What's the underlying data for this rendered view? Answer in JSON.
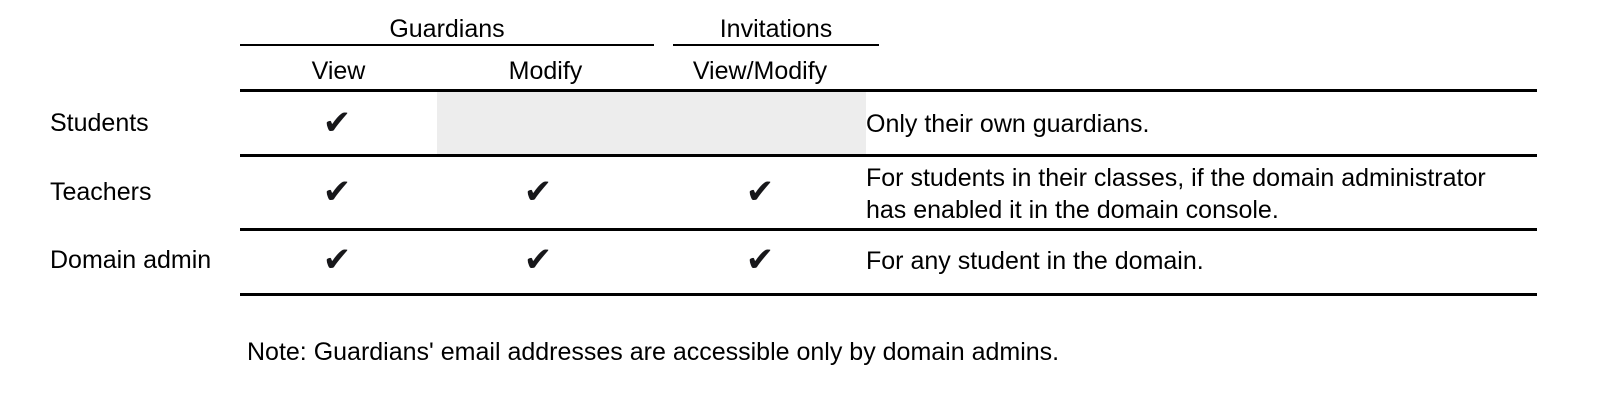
{
  "table": {
    "group_headers": [
      {
        "label": "Guardians"
      },
      {
        "label": "Invitations"
      }
    ],
    "sub_headers": [
      {
        "label": "View"
      },
      {
        "label": "Modify"
      },
      {
        "label": "View/Modify"
      }
    ],
    "check_glyph": "✔",
    "shade_color": "#ededed",
    "rows": [
      {
        "label": "Students",
        "guardians_view": true,
        "guardians_modify": false,
        "invitations_view_modify": false,
        "shaded": true,
        "description": "Only their own guardians."
      },
      {
        "label": "Teachers",
        "guardians_view": true,
        "guardians_modify": true,
        "invitations_view_modify": true,
        "shaded": false,
        "description": "For students in their classes, if the domain administrator\nhas enabled it in the domain console."
      },
      {
        "label": "Domain admin",
        "guardians_view": true,
        "guardians_modify": true,
        "invitations_view_modify": true,
        "shaded": false,
        "description": "For any student in the domain."
      }
    ]
  },
  "note": "Note: Guardians' email addresses are accessible only by domain admins."
}
